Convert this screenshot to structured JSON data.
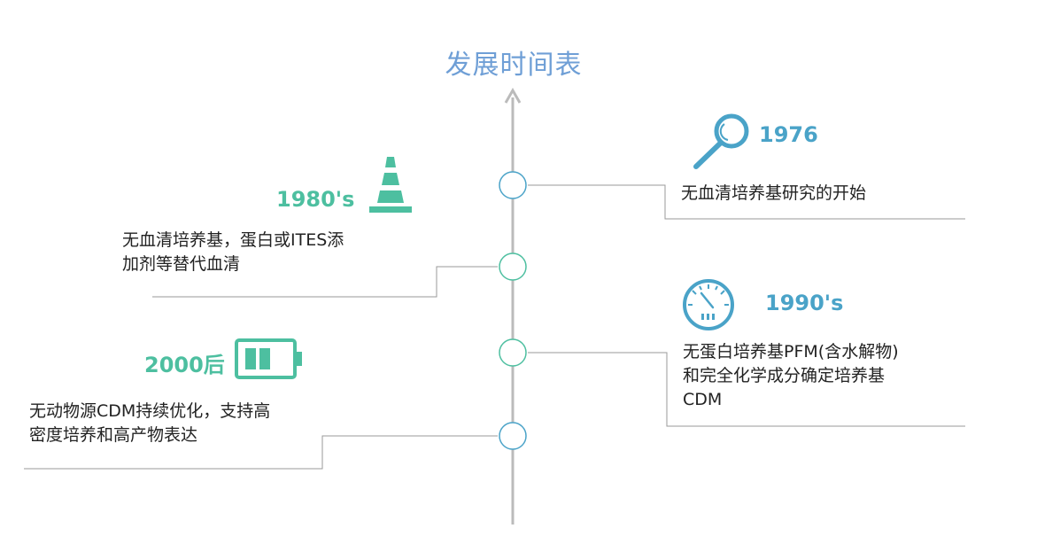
{
  "title": "发展时间表",
  "colors": {
    "title": "#6f9fd6",
    "teal": "#4dbfa0",
    "blue": "#4aa3c8",
    "axis": "#bbbbbb",
    "connector": "#9a9a9a",
    "node_stroke": "#4aa3c8"
  },
  "events": [
    {
      "year": "1976",
      "icon": "magnifier-icon",
      "desc_lines": [
        "无血清培养基研究的开始"
      ]
    },
    {
      "year": "1980's",
      "icon": "traffic-cone-icon",
      "desc_lines": [
        "无血清培养基，蛋白或ITES添",
        "加剂等替代血清"
      ]
    },
    {
      "year": "1990's",
      "icon": "gauge-icon",
      "desc_lines": [
        "无蛋白培养基PFM(含水解物)",
        "和完全化学成分确定培养基",
        "CDM"
      ]
    },
    {
      "year": "2000后",
      "icon": "battery-icon",
      "desc_lines": [
        "无动物源CDM持续优化，支持高",
        "密度培养和高产物表达"
      ]
    }
  ]
}
